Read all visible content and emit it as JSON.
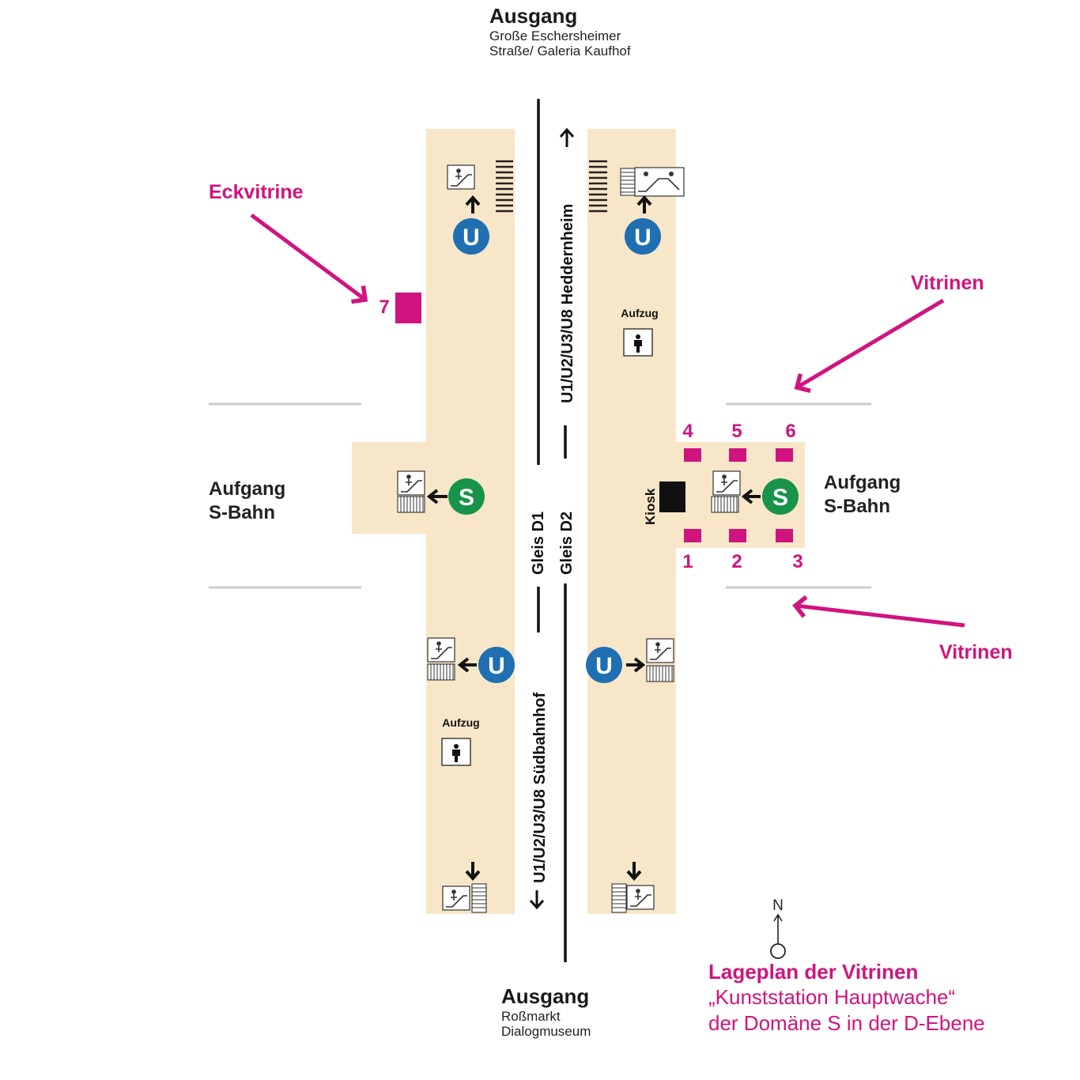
{
  "exits": {
    "north": {
      "title": "Ausgang",
      "line1": "Große Eschersheimer",
      "line2": "Straße/ Galeria Kaufhof"
    },
    "south": {
      "title": "Ausgang",
      "line1": "Roßmarkt",
      "line2": "Dialogmuseum"
    }
  },
  "callouts": {
    "corner": "Eckvitrine",
    "upper": "Vitrinen",
    "lower": "Vitrinen"
  },
  "stairs": {
    "west": {
      "line1": "Aufgang",
      "line2": "S-Bahn"
    },
    "east": {
      "line1": "Aufgang",
      "line2": "S-Bahn"
    }
  },
  "tracks": {
    "north_direction": "U1/U2/U3/U8 Heddernheim",
    "south_direction": "U1/U2/U3/U8 Südbahnhof",
    "platform_d1": "Gleis D1",
    "platform_d2": "Gleis D2"
  },
  "facilities": {
    "elevator_label": "Aufzug",
    "kiosk_label": "Kiosk",
    "u_symbol": "U",
    "s_symbol": "S"
  },
  "showcases": [
    "1",
    "2",
    "3",
    "4",
    "5",
    "6",
    "7"
  ],
  "compass": {
    "north": "N"
  },
  "legend": {
    "title": "Lageplan der Vitrinen",
    "line1": "„Kunststation Hauptwache“",
    "line2": "der Domäne S in der D-Ebene"
  },
  "colors": {
    "platform": "#f8e6c8",
    "accent": "#d0147f",
    "u_blue": "#1f6fb2",
    "s_green": "#17934a"
  }
}
